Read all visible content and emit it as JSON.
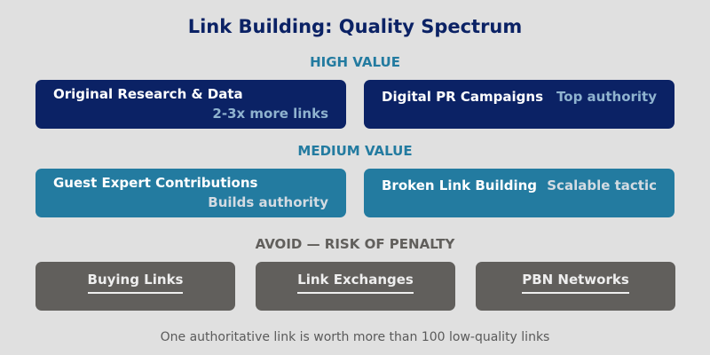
{
  "title": "Link Building: Quality Spectrum",
  "colors": {
    "background": "#e0e0e0",
    "high": "#0b2265",
    "medium": "#237ba0",
    "avoid": "#615f5c",
    "high_sub": "#8fb3cf",
    "medium_sub": "#d3dbe2"
  },
  "sections": {
    "high": {
      "label": "HIGH VALUE",
      "items": [
        {
          "label": "Original Research & Data",
          "note": "2-3x more links"
        },
        {
          "label": "Digital PR Campaigns",
          "note": "Top authority"
        }
      ]
    },
    "medium": {
      "label": "MEDIUM VALUE",
      "items": [
        {
          "label": "Guest Expert Contributions",
          "note": "Builds authority"
        },
        {
          "label": "Broken Link Building",
          "note": "Scalable tactic"
        }
      ]
    },
    "avoid": {
      "label": "AVOID — RISK OF PENALTY",
      "items": [
        {
          "label": "Buying Links"
        },
        {
          "label": "Link Exchanges"
        },
        {
          "label": "PBN Networks"
        }
      ]
    }
  },
  "footer": "One authoritative link is worth more than 100 low-quality links"
}
